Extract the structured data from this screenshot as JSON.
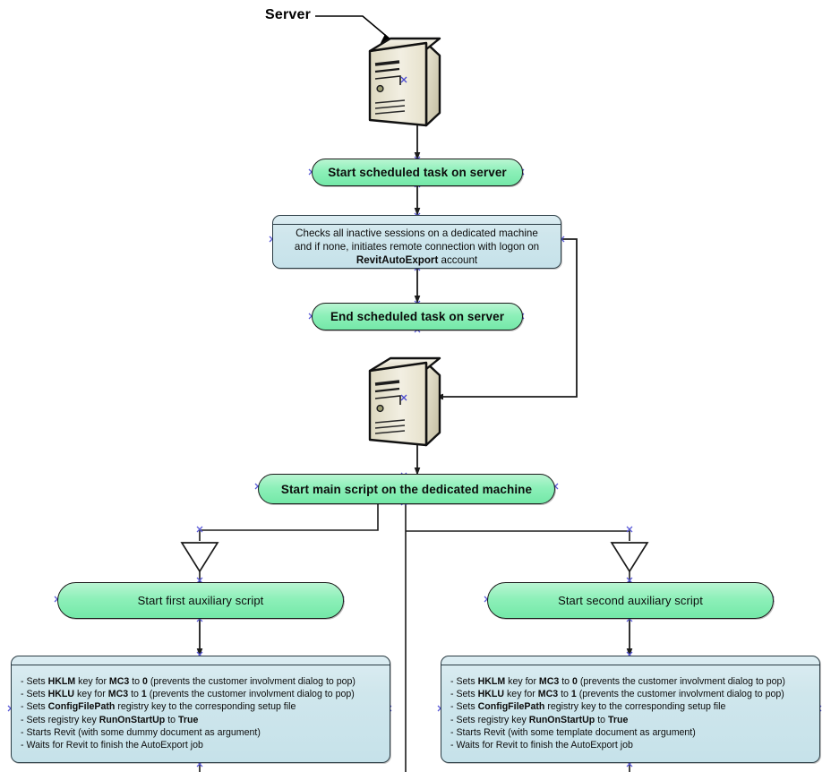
{
  "diagram": {
    "title_label": "Server",
    "colors": {
      "pill_fill": "#8df0b9",
      "pill_border": "#1b1b1b",
      "note_fill": "#cfe6ec",
      "note_border": "#2a3b43",
      "server_body": "#e8e4d0",
      "server_side": "#cfc9ac",
      "connector": "#1b1b1b",
      "marker": "#4a4ad0",
      "background": "#ffffff"
    },
    "nodes": {
      "server_top": {
        "name": "Server",
        "icon": "server-tower-icon"
      },
      "server_dedicated": {
        "name": "Dedicated machine",
        "icon": "server-tower-icon"
      },
      "start_scheduled": {
        "label": "Start scheduled task on server"
      },
      "check_note": {
        "line1": "Checks all inactive sessions on a dedicated machine",
        "line2": "and if none, initiates remote connection with logon on",
        "line3_bold": "RevitAutoExport",
        "line3_tail": " account"
      },
      "end_scheduled": {
        "label": "End scheduled task on server"
      },
      "start_main": {
        "label": "Start main script on the dedicated machine"
      },
      "start_first_aux": {
        "label": "Start first auxiliary script"
      },
      "start_second_aux": {
        "label": "Start second auxiliary script"
      }
    },
    "detail_left": {
      "rows": [
        {
          "pre": "- Sets ",
          "b1": "HKLM",
          "mid1": " key for ",
          "b2": "MC3",
          "mid2": " to ",
          "b3": "0",
          "post": " (prevents the customer involvment dialog to pop)"
        },
        {
          "pre": "- Sets ",
          "b1": "HKLU",
          "mid1": " key for ",
          "b2": "MC3",
          "mid2": " to ",
          "b3": "1",
          "post": " (prevents the customer involvment dialog to pop)"
        },
        {
          "pre": "- Sets ",
          "b1": "ConfigFilePath",
          "mid1": " registry key to the corresponding setup file",
          "b2": "",
          "mid2": "",
          "b3": "",
          "post": ""
        },
        {
          "pre": "- Sets registry key ",
          "b1": "RunOnStartUp",
          "mid1": " to ",
          "b2": "True",
          "mid2": "",
          "b3": "",
          "post": ""
        },
        {
          "pre": "- Starts Revit (with some dummy document as argument)",
          "b1": "",
          "mid1": "",
          "b2": "",
          "mid2": "",
          "b3": "",
          "post": ""
        },
        {
          "pre": "- Waits for Revit to finish the AutoExport job",
          "b1": "",
          "mid1": "",
          "b2": "",
          "mid2": "",
          "b3": "",
          "post": ""
        }
      ]
    },
    "detail_right": {
      "rows": [
        {
          "pre": "- Sets ",
          "b1": "HKLM",
          "mid1": " key for ",
          "b2": "MC3",
          "mid2": " to ",
          "b3": "0",
          "post": " (prevents the customer involvment dialog to pop)"
        },
        {
          "pre": "- Sets ",
          "b1": "HKLU",
          "mid1": " key for ",
          "b2": "MC3",
          "mid2": " to ",
          "b3": "1",
          "post": " (prevents the customer involvment dialog to pop)"
        },
        {
          "pre": "- Sets ",
          "b1": "ConfigFilePath",
          "mid1": " registry key to the corresponding setup file",
          "b2": "",
          "mid2": "",
          "b3": "",
          "post": ""
        },
        {
          "pre": "- Sets registry key ",
          "b1": "RunOnStartUp",
          "mid1": " to ",
          "b2": "True",
          "mid2": "",
          "b3": "",
          "post": ""
        },
        {
          "pre": "- Starts Revit (with some template document as argument)",
          "b1": "",
          "mid1": "",
          "b2": "",
          "mid2": "",
          "b3": "",
          "post": ""
        },
        {
          "pre": "- Waits for Revit to finish the AutoExport job",
          "b1": "",
          "mid1": "",
          "b2": "",
          "mid2": "",
          "b3": "",
          "post": ""
        }
      ]
    }
  }
}
